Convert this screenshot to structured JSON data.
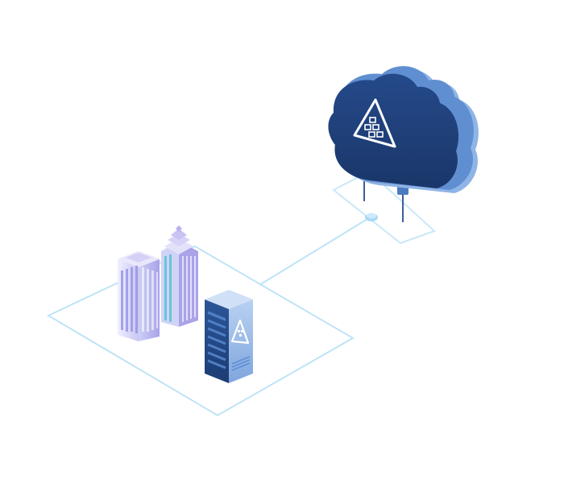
{
  "illustration": {
    "scene": "hybrid-cloud-connection",
    "elements": [
      "cloud-with-logo",
      "office-buildings",
      "server-rack-with-logo",
      "connection-line",
      "ground-platforms"
    ],
    "colors": {
      "cloud_front": "#1f3f7a",
      "cloud_edge": "#5f8fd0",
      "cloud_side": "#8fb4e6",
      "platform_line": "#bfe3f7",
      "connector_node": "#a9d8f5",
      "building_light": "#dcd8f7",
      "building_window": "#9b95e6",
      "server_front": "#264a85",
      "server_side": "#8fb4e6"
    }
  }
}
